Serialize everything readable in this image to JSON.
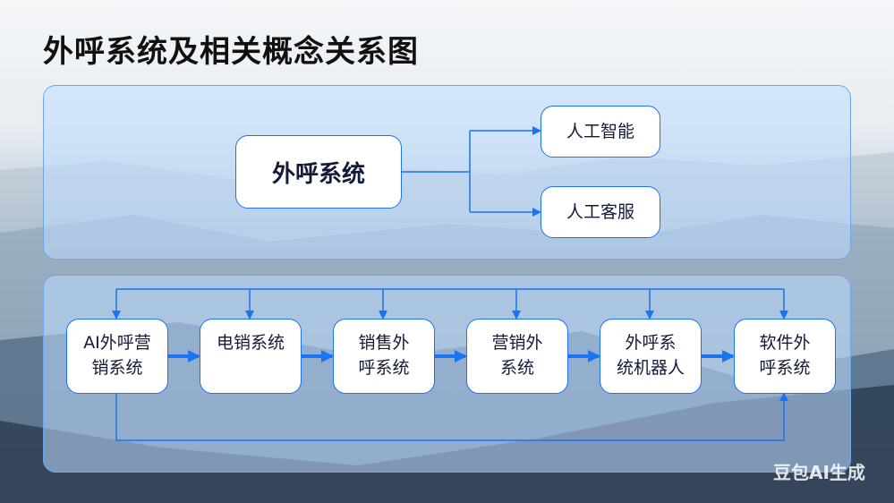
{
  "title": "外呼系统及相关概念关系图",
  "top": {
    "main": "外呼系统",
    "children": [
      "人工智能",
      "人工客服"
    ]
  },
  "flow": [
    {
      "lines": [
        "AI外呼营",
        "销系统"
      ]
    },
    {
      "lines": [
        "电销系统",
        ""
      ]
    },
    {
      "lines": [
        "销售外",
        "呼系统"
      ]
    },
    {
      "lines": [
        "营销外",
        "系统"
      ]
    },
    {
      "lines": [
        "外呼系",
        "统机器人"
      ]
    },
    {
      "lines": [
        "软件外",
        "呼系统"
      ]
    }
  ],
  "watermark": "豆包AI生成",
  "colors": {
    "accent": "#1a73f0",
    "text": "#141a3a"
  }
}
